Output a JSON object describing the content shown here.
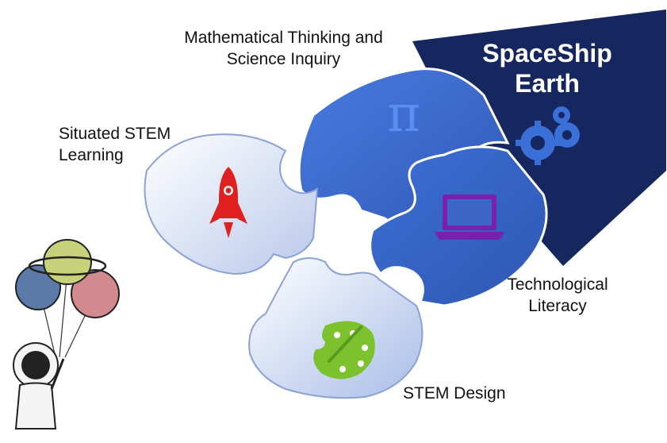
{
  "banner": {
    "title_line1": "SpaceShip",
    "title_line2": "Earth",
    "icon": "gears-icon",
    "color": "#16265e"
  },
  "pieces": [
    {
      "key": "math",
      "line1": "Mathematical Thinking and",
      "line2": "Science Inquiry",
      "icon": "pi-icon",
      "color": "#3f6fcf"
    },
    {
      "key": "situated",
      "line1": "Situated STEM",
      "line2": "Learning",
      "icon": "rocket-icon",
      "color": "#e5e9f5"
    },
    {
      "key": "tech",
      "line1": "Technological",
      "line2": "Literacy",
      "icon": "laptop-icon",
      "color": "#3b66c6"
    },
    {
      "key": "design",
      "line1": "STEM Design",
      "line2": "",
      "icon": "palette-icon",
      "color": "#eef1f8"
    }
  ],
  "mascot": {
    "name": "astronaut-with-balloons",
    "icon": "astronaut-icon"
  },
  "colors": {
    "rocket": "#e02020",
    "laptop": "#7a1fb0",
    "palette": "#7cc12e",
    "pi": "#5a8ef0",
    "gears": "#3a6fd8"
  }
}
